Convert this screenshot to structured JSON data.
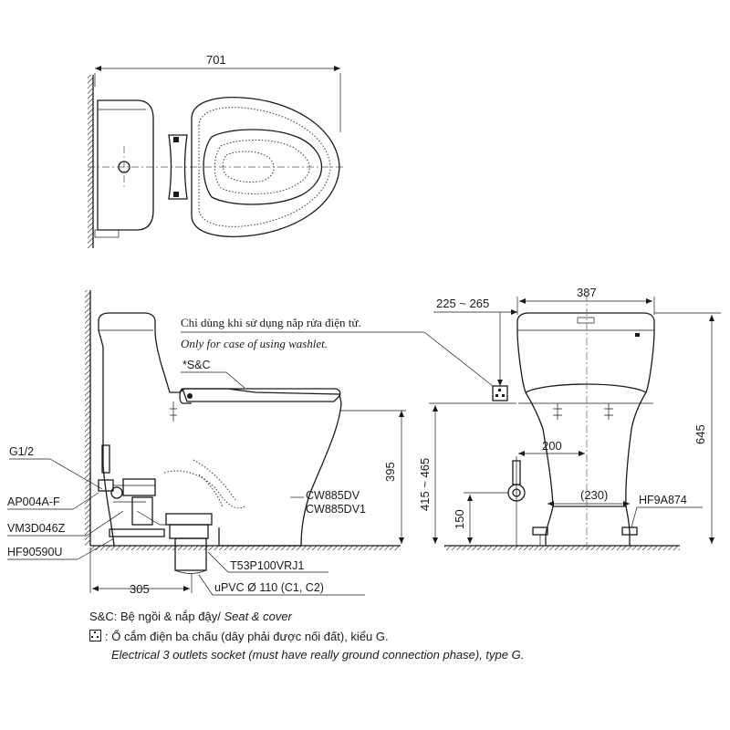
{
  "top_view": {
    "width_dim": "701"
  },
  "side_view": {
    "washlet_note_vi": "Chỉ dùng khi sử dụng nắp rửa điện tử.",
    "washlet_note_en": "Only for case of using washlet.",
    "seat_label": "*S&C",
    "height_dim": "395",
    "depth_dim": "305",
    "parts": {
      "g12": "G1/2",
      "ap": "AP004A-F",
      "vm": "VM3D046Z",
      "hf": "HF90590U",
      "model1": "CW885DV",
      "model2": "CW885DV1",
      "t53": "T53P100VRJ1",
      "upvc": "uPVC Ø 110 (C1, C2)"
    }
  },
  "front_view": {
    "dim_range_top": "225 ~ 265",
    "dim_width": "387",
    "dim_height": "645",
    "dim_range_side": "415 ~ 465",
    "dim_200": "200",
    "dim_230": "(230)",
    "dim_150": "150",
    "part_hf": "HF9A874"
  },
  "legend": {
    "sc_prefix": "S&C:",
    "sc_vi": "Bệ ngồi & nắp đậy/",
    "sc_en": "Seat & cover",
    "socket_vi": ": Ổ cắm điện ba chấu (dây phải được nối đất), kiểu G.",
    "socket_en": "Electrical 3 outlets socket (must have really ground connection phase), type G."
  }
}
